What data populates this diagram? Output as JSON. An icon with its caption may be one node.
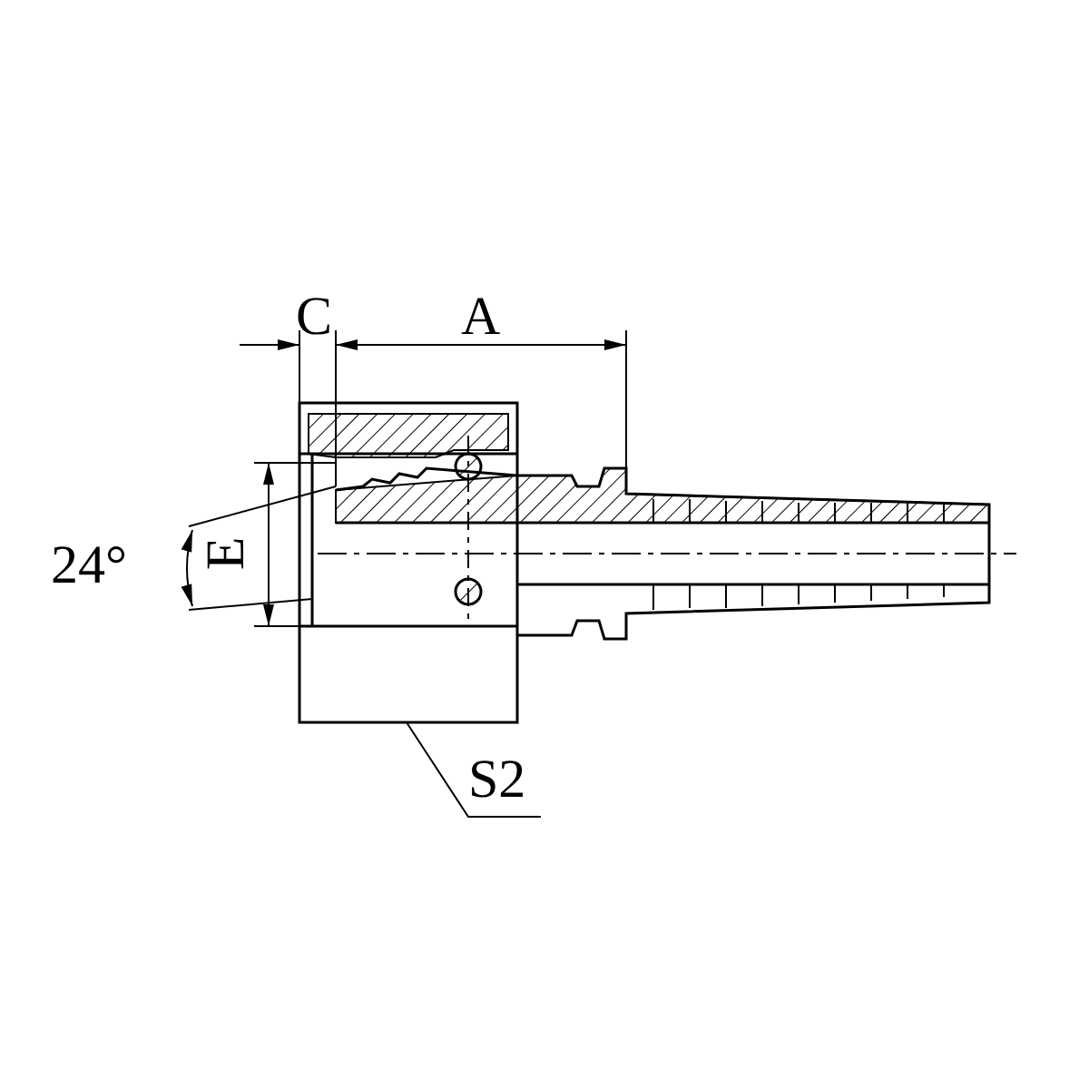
{
  "diagram": {
    "nodes": [
      {
        "text": [
          "S2"
        ]
      },
      {
        "text": [],
        "shape": "picture"
      }
    ],
    "edges": [
      {
        "from": 0,
        "to": 1,
        "arrow": "none"
      }
    ],
    "labels": [
      "C",
      "A",
      "24°",
      "E"
    ]
  }
}
